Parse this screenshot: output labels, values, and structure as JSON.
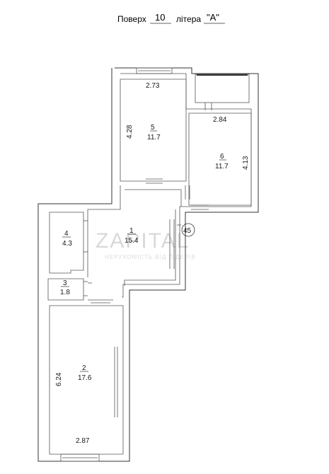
{
  "header": {
    "floor_word": "Поверх",
    "floor_number": "10",
    "letter_word": "літера",
    "letter_value": "\"А\""
  },
  "rooms": [
    {
      "number": "5",
      "area": "11.7",
      "width": "2.73",
      "length": "4.28"
    },
    {
      "number": "6",
      "area": "11.7",
      "width": "2.84",
      "length": "4.13"
    },
    {
      "number": "1",
      "area": "15.4"
    },
    {
      "number": "4",
      "area": "4.3"
    },
    {
      "number": "3",
      "area": "1.8"
    },
    {
      "number": "2",
      "area": "17.6",
      "width": "2.87",
      "length": "6.24"
    }
  ],
  "marker": "45",
  "watermark": {
    "brand": "ZAPITAL",
    "tagline": "НЕРУХОМІСТЬ ВІД ЛІДЕРІВ"
  }
}
